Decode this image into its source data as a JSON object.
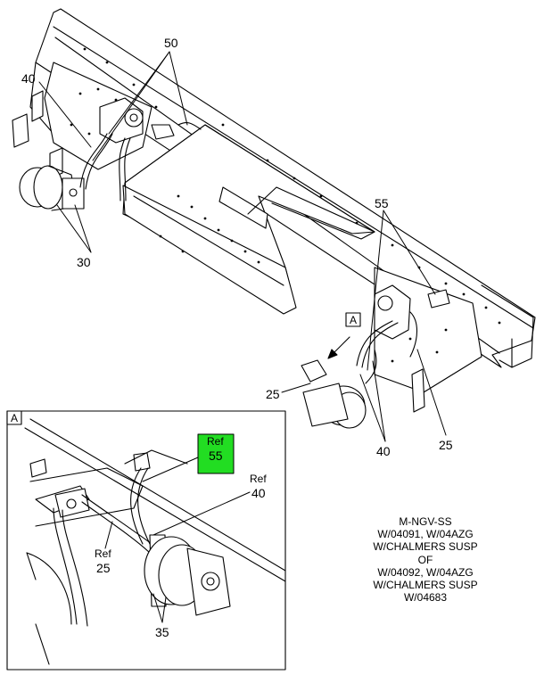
{
  "callouts": {
    "c50": "50",
    "c40": "40",
    "c30": "30",
    "c55": "55",
    "c25a": "25",
    "c25b": "25",
    "c40b": "40"
  },
  "view_flag": "A",
  "detail": {
    "flag": "A",
    "ref_word": "Ref",
    "ref55": "55",
    "ref40": "40",
    "ref25": "25",
    "c35": "35",
    "highlight_color": "#22dd22"
  },
  "caption_lines": [
    "M-NGV-SS",
    "W/04091, W/04AZG",
    "W/CHALMERS SUSP",
    "OF",
    "W/04092, W/04AZG",
    "W/CHALMERS SUSP",
    "W/04683"
  ]
}
